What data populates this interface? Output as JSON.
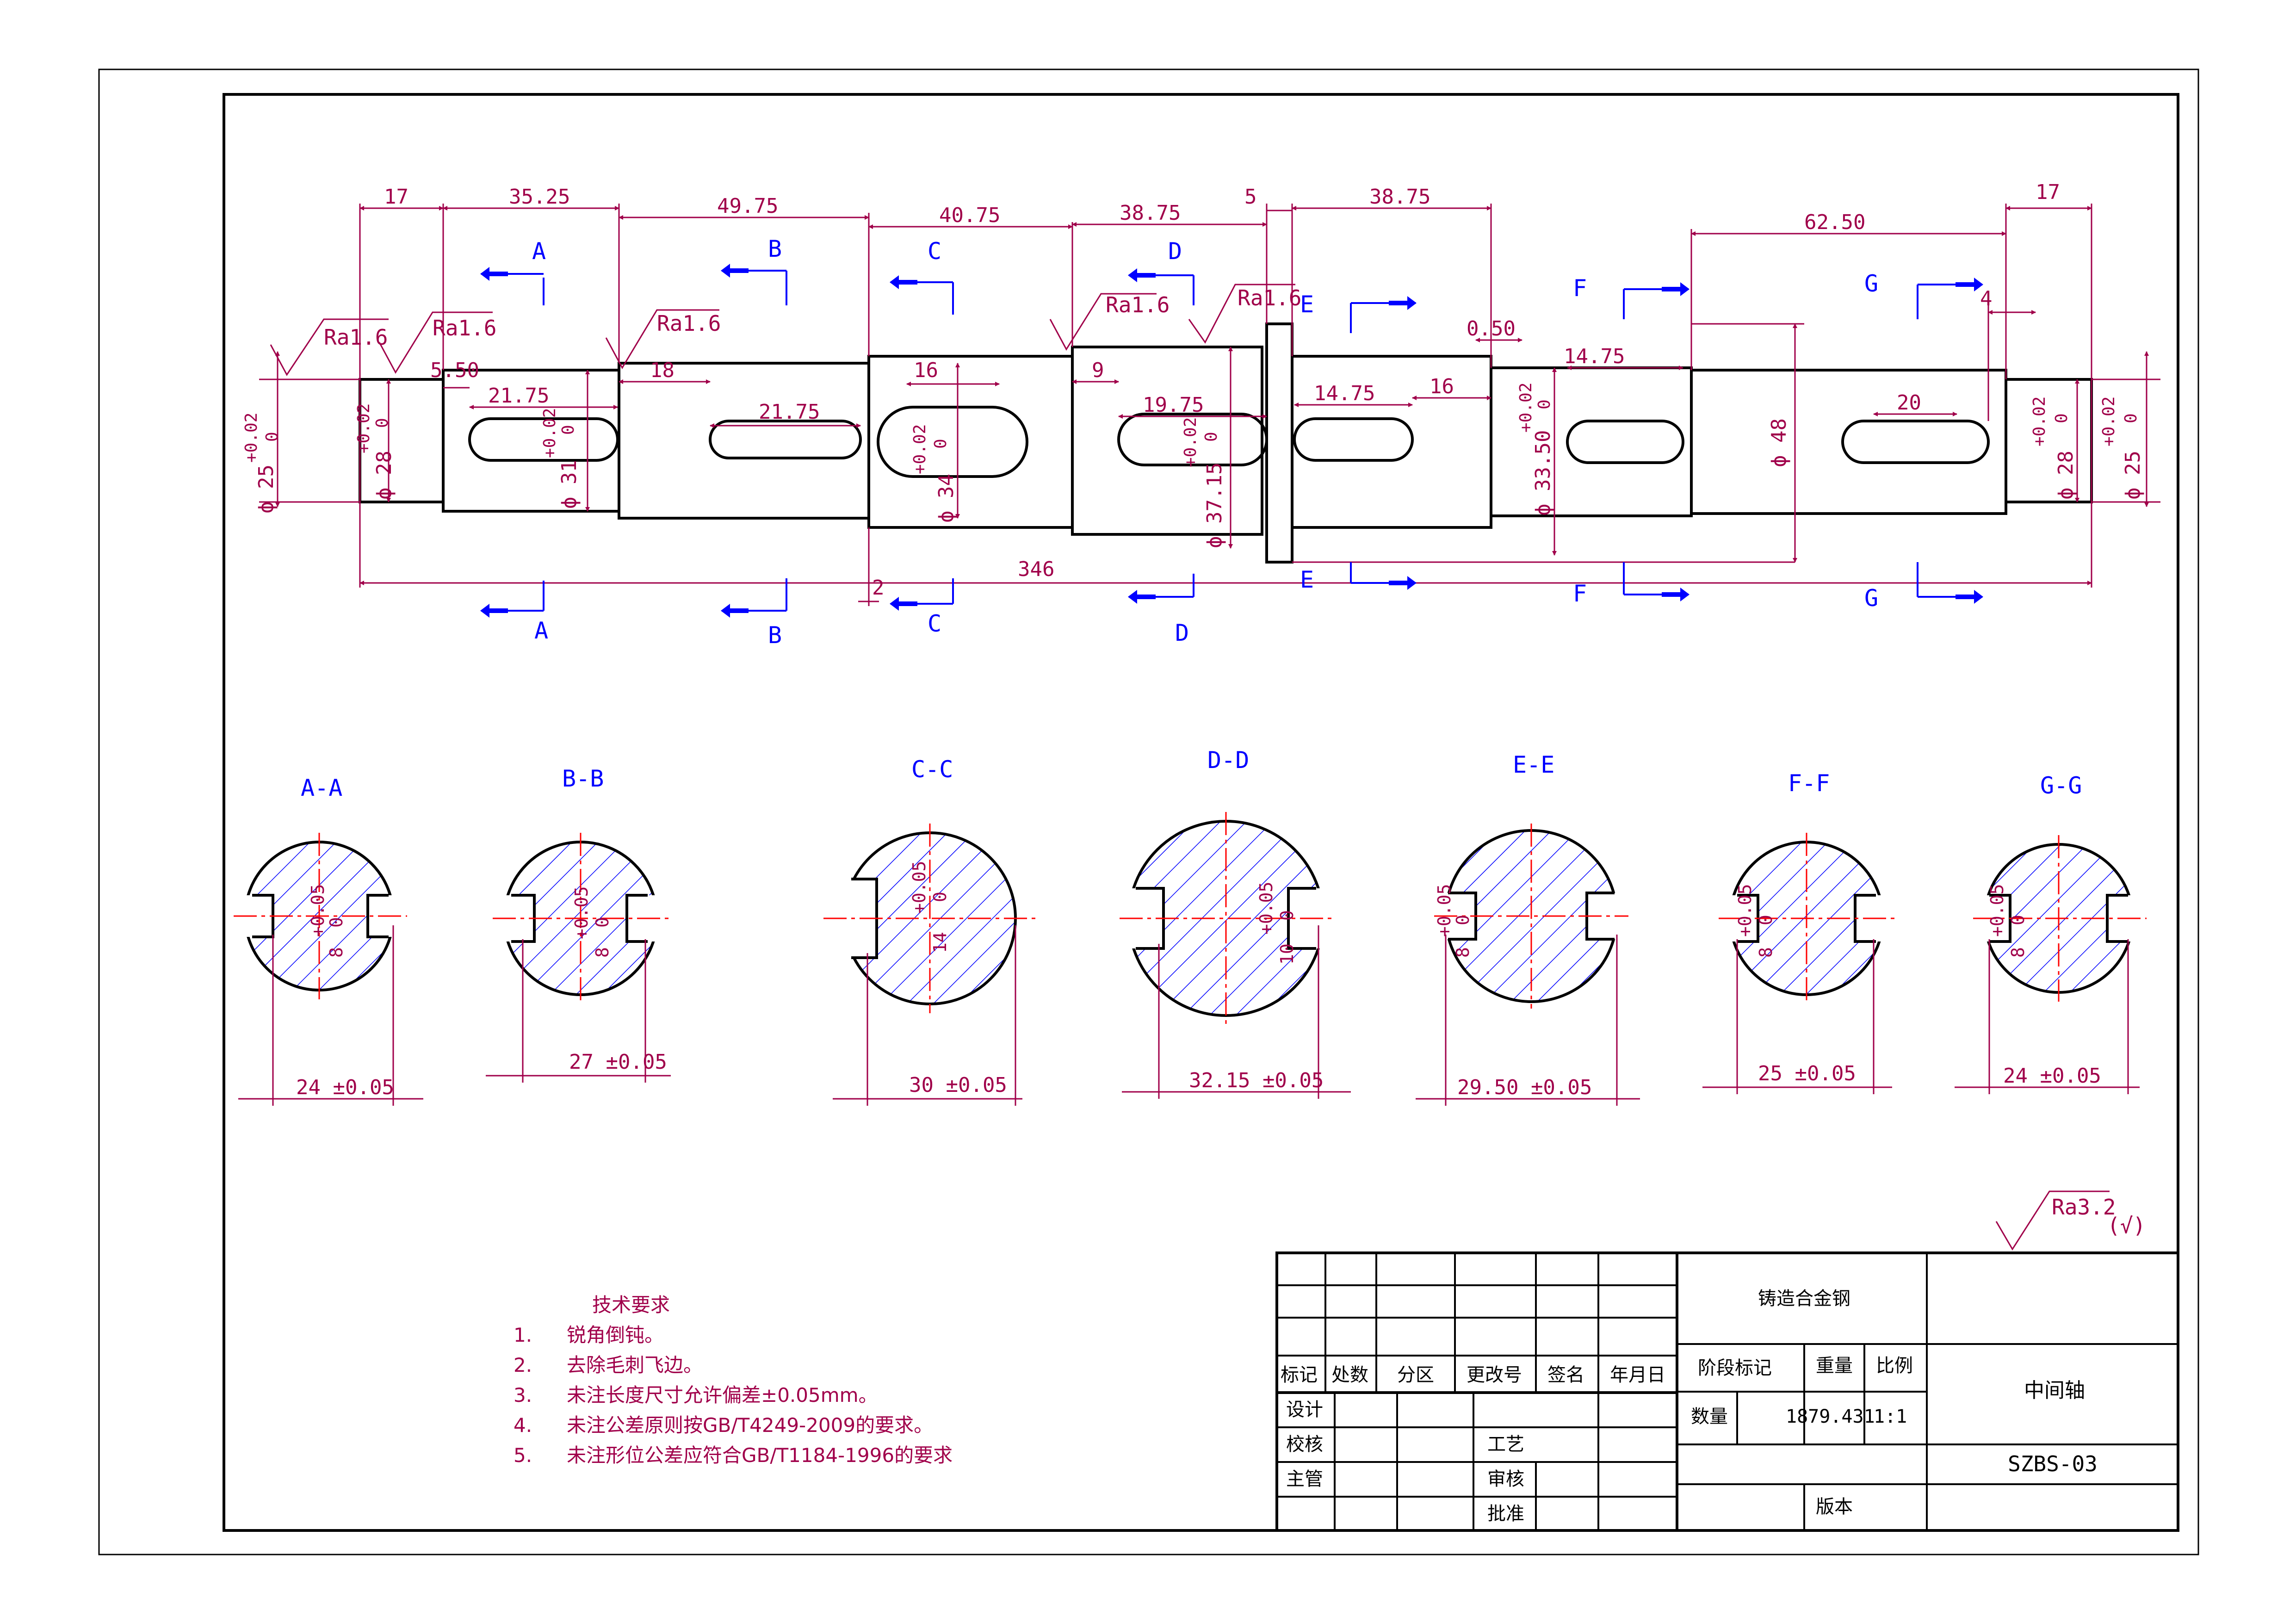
{
  "colors": {
    "outline": "#000000",
    "dimension": "#a0004a",
    "section_mark": "#0000ff",
    "center_line": "#ff0000",
    "hatch": "#0000ff"
  },
  "dimensions": {
    "top": [
      "17",
      "35.25",
      "49.75",
      "40.75",
      "38.75",
      "5",
      "38.75",
      "62.50",
      "17"
    ],
    "inner": [
      "5.50",
      "18",
      "21.75",
      "21.75",
      "16",
      "9",
      "19.75",
      "14.75",
      "16",
      "0.50",
      "14.75",
      "20",
      "4"
    ],
    "total": "346",
    "bottom_small": "2",
    "diameters": [
      "ϕ 25",
      "ϕ 28",
      "ϕ 31",
      "ϕ 34",
      "ϕ 37.15",
      "ϕ 33.50",
      "ϕ 48",
      "ϕ 28",
      "ϕ 25"
    ],
    "tol_upper": "+0.02",
    "tol_lower": "0",
    "roughness": [
      "Ra1.6",
      "Ra1.6",
      "Ra1.6",
      "Ra1.6",
      "Ra1.6"
    ],
    "roughness_general": "Ra3.2",
    "roughness_general_suffix": "(√)"
  },
  "section_marks": [
    "A",
    "B",
    "C",
    "D",
    "E",
    "F",
    "G"
  ],
  "sections": [
    {
      "label": "A-A",
      "width": "24 ±0.05",
      "key": "8",
      "tol": "+0.05",
      "tol0": "0"
    },
    {
      "label": "B-B",
      "width": "27 ±0.05",
      "key": "8",
      "tol": "+0.05",
      "tol0": "0"
    },
    {
      "label": "C-C",
      "width": "30 ±0.05",
      "key": "14",
      "tol": "+0.05",
      "tol0": "0"
    },
    {
      "label": "D-D",
      "width": "32.15 ±0.05",
      "key": "10",
      "tol": "+0.05",
      "tol0": "0"
    },
    {
      "label": "E-E",
      "width": "29.50 ±0.05",
      "key": "8",
      "tol": "+0.05",
      "tol0": "0"
    },
    {
      "label": "F-F",
      "width": "25 ±0.05",
      "key": "8",
      "tol": "+0.05",
      "tol0": "0"
    },
    {
      "label": "G-G",
      "width": "24 ±0.05",
      "key": "8",
      "tol": "+0.05",
      "tol0": "0"
    }
  ],
  "tech_requirements": {
    "title": "技术要求",
    "items": [
      {
        "num": "1.",
        "text": "锐角倒钝。"
      },
      {
        "num": "2.",
        "text": "去除毛刺飞边。"
      },
      {
        "num": "3.",
        "text": "未注长度尺寸允许偏差±0.05mm。"
      },
      {
        "num": "4.",
        "text": "未注公差原则按GB/T4249-2009的要求。"
      },
      {
        "num": "5.",
        "text": "未注形位公差应符合GB/T1184-1996的要求"
      }
    ]
  },
  "title_block": {
    "material": "铸造合金钢",
    "part_name": "中间轴",
    "drawing_no": "SZBS-03",
    "headers": [
      "标记",
      "处数",
      "分区",
      "更改号",
      "签名",
      "年月日"
    ],
    "stage_label": "阶段标记",
    "weight_label": "重量",
    "scale_label": "比例",
    "weight": "1879.431",
    "scale": "1:1",
    "quantity_label": "数量",
    "version_label": "版本",
    "roles_left": [
      "设计",
      "校核",
      "主管"
    ],
    "roles_right": [
      "工艺",
      "审核",
      "批准"
    ]
  }
}
